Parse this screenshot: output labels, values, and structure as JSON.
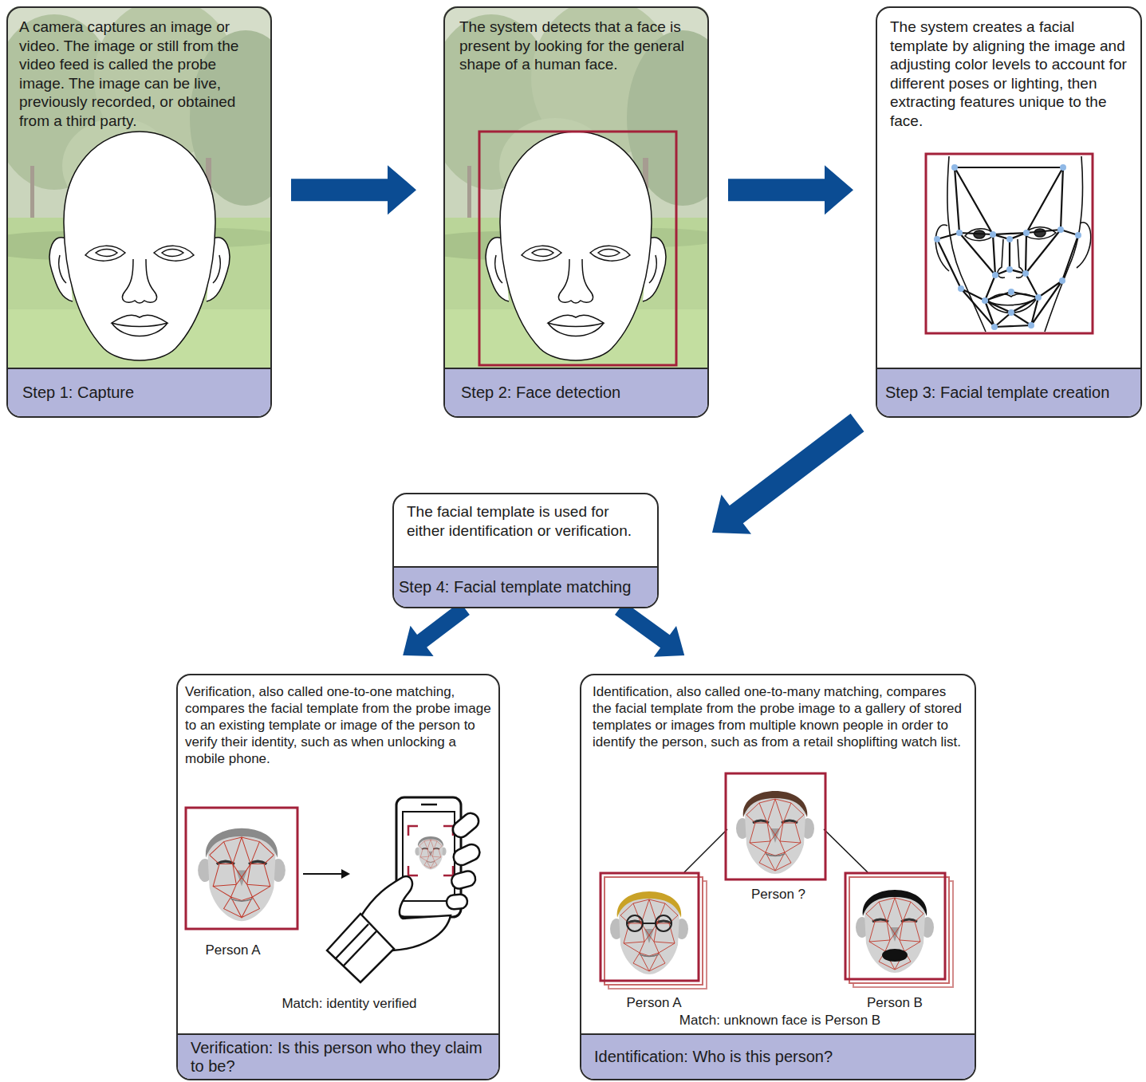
{
  "diagram": {
    "nodes": [
      {
        "text": [
          "A camera captures an image or video. The image or still from the video feed is called the probe image. The image can be live, previously recorded, or obtained from a third party.",
          "Step 1: Capture"
        ]
      },
      {
        "text": [
          "The system detects that a face is present by looking for the general shape of a human face.",
          "Step 2: Face detection"
        ]
      },
      {
        "text": [
          "The system creates a facial template by aligning the image and adjusting color levels to account for different poses or lighting, then extracting features unique to the face.",
          "Step 3: Facial template creation"
        ]
      },
      {
        "text": [
          "The facial template is used for either identification or verification.",
          "Step 4: Facial template matching"
        ]
      },
      {
        "text": [
          "Verification, also called one-to-one matching, compares the facial template from the probe image to an existing template or image of the person to verify their identity, such as when unlocking a mobile phone.",
          "Verification: Is this person who they claim to be?"
        ]
      },
      {
        "text": [
          "Identification, also called one-to-many matching, compares the facial template from the probe image to a gallery of stored templates or images from multiple known people in order to identify the person, such as from a retail shoplifting watch list.",
          "Identification: Who is this person?"
        ]
      }
    ],
    "edges": [
      {
        "from": 0,
        "to": 1,
        "arrow": "to"
      },
      {
        "from": 1,
        "to": 2,
        "arrow": "to"
      },
      {
        "from": 2,
        "to": 3,
        "arrow": "to"
      },
      {
        "from": 3,
        "to": 4,
        "arrow": "to"
      },
      {
        "from": 3,
        "to": 5,
        "arrow": "to"
      }
    ],
    "labels": [
      "Person A",
      "Match: identity verified",
      "Person ?",
      "Person A",
      "Person B",
      "Match: unknown face is Person B"
    ]
  }
}
